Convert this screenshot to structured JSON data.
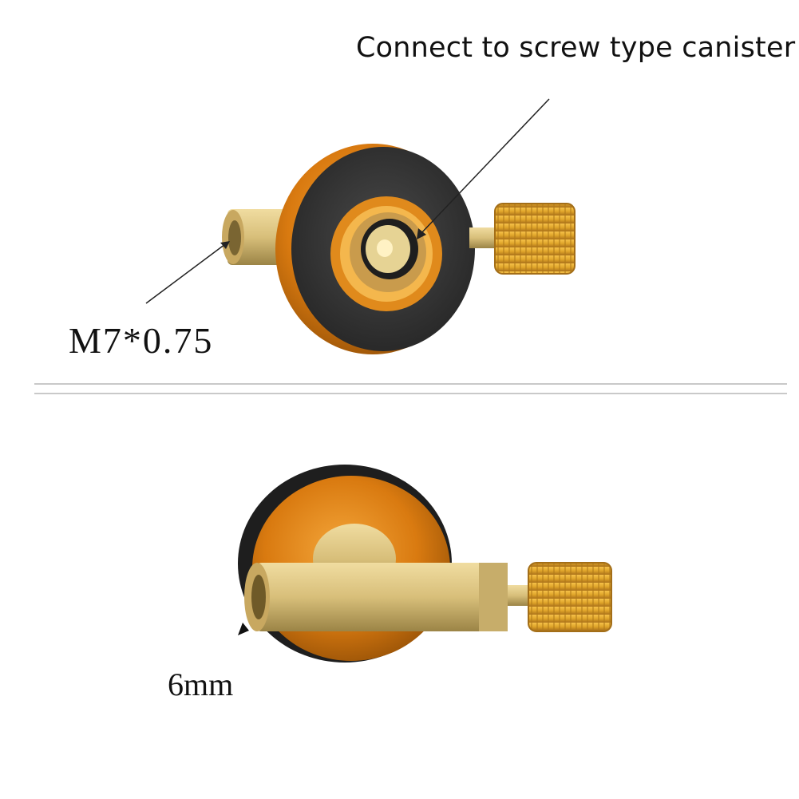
{
  "labels": {
    "top_callout": "Connect to screw type canister",
    "thread_spec": "M7*0.75",
    "diameter": "6mm"
  },
  "colors": {
    "rubber_gasket": "#2e2e2e",
    "copper_ring": "#d97a10",
    "brass": "#d8bf7a",
    "gold_knob": "#e0a52a",
    "callout_line": "#222222",
    "divider": "#c9c9c9"
  }
}
